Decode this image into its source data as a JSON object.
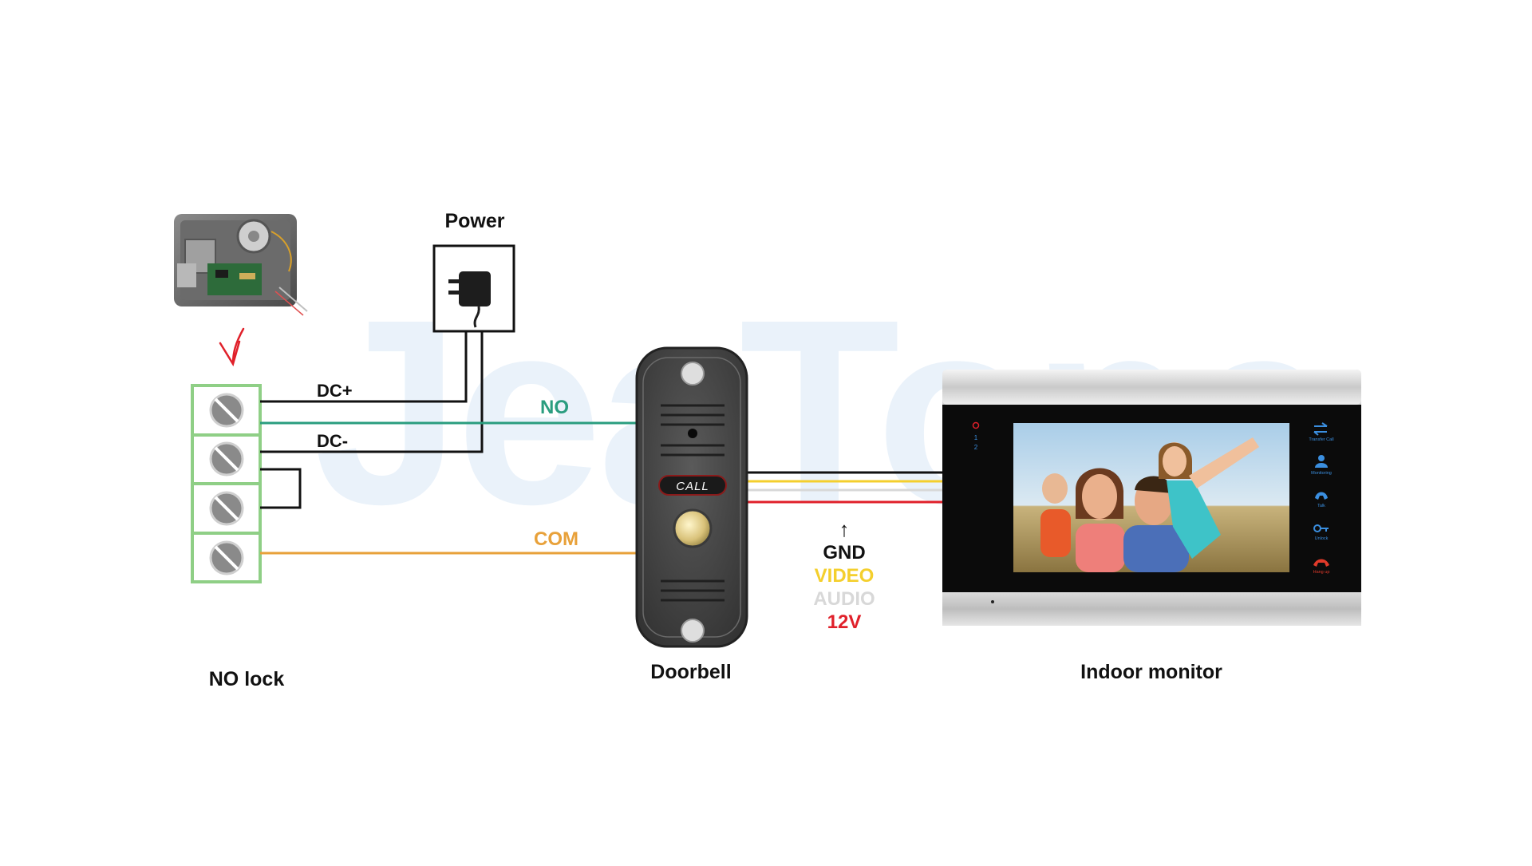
{
  "watermark": "JeaTone",
  "labels": {
    "power": "Power",
    "dc_plus": "DC+",
    "dc_minus": "DC-",
    "no": "NO",
    "com": "COM",
    "no_lock": "NO lock",
    "doorbell": "Doorbell",
    "indoor_monitor": "Indoor monitor",
    "call_button": "CALL"
  },
  "wire_legend": {
    "arrow": "↑",
    "gnd": "GND",
    "video": "VIDEO",
    "audio": "AUDIO",
    "v12": "12V"
  },
  "monitor_buttons": {
    "transfer_call": "Transfer Call",
    "monitoring": "Monitoring",
    "talk": "Talk",
    "unlock": "Unlock",
    "hang_up": "Hang up"
  },
  "monitor_indicators": [
    "1",
    "2"
  ],
  "colors": {
    "wire_no": "#2a9d7f",
    "wire_com": "#e8a13a",
    "wire_dc": "#111111",
    "wire_gnd": "#111111",
    "wire_video": "#f4cf2d",
    "wire_audio": "#d8d8d8",
    "wire_12v": "#e0202a",
    "terminal_green": "#8fcf86",
    "watermark": "#e3eef9",
    "button_blue": "#3b8fe0",
    "hangup_red": "#e03a2a"
  },
  "icons": [
    "power-adapter-icon",
    "red-arrow-icon",
    "screw-terminal-icon",
    "camera-lens-icon",
    "call-button-icon"
  ]
}
